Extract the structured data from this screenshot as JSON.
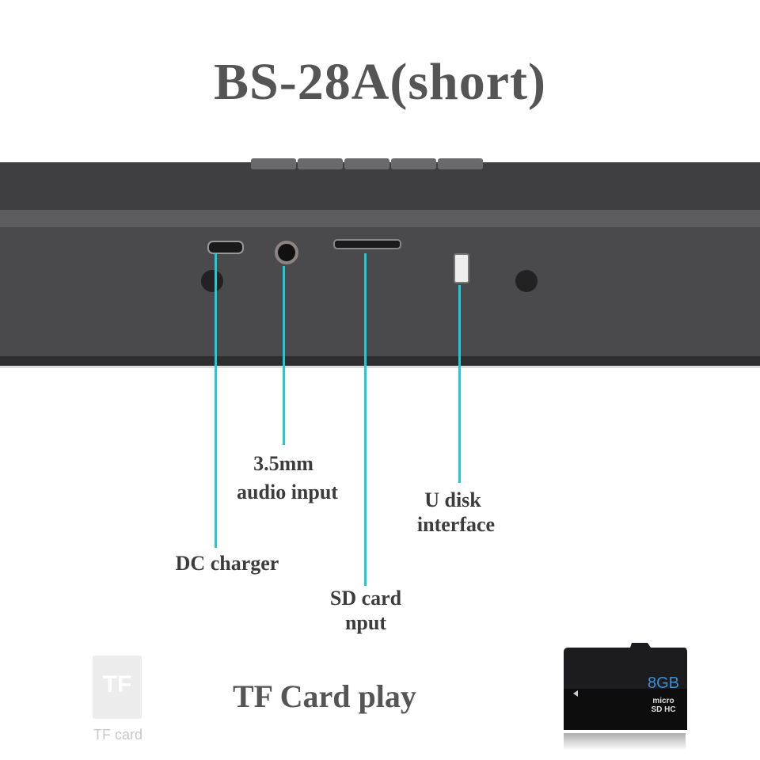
{
  "title": "BS-28A(short)",
  "callouts": {
    "audio_line1": "3.5mm",
    "audio_line2": "audio input",
    "usb_line1": "U disk",
    "usb_line2": "interface",
    "dc": "DC charger",
    "sd_line1": "SD card",
    "sd_line2": "nput"
  },
  "footer": {
    "tf_icon_text": "TF",
    "tf_icon_caption": "TF card",
    "heading": "TF Card play",
    "card_capacity": "8GB",
    "card_brand": "micro SD HC"
  },
  "colors": {
    "callout_line": "#1ccbd8",
    "speaker": "#48484a"
  }
}
